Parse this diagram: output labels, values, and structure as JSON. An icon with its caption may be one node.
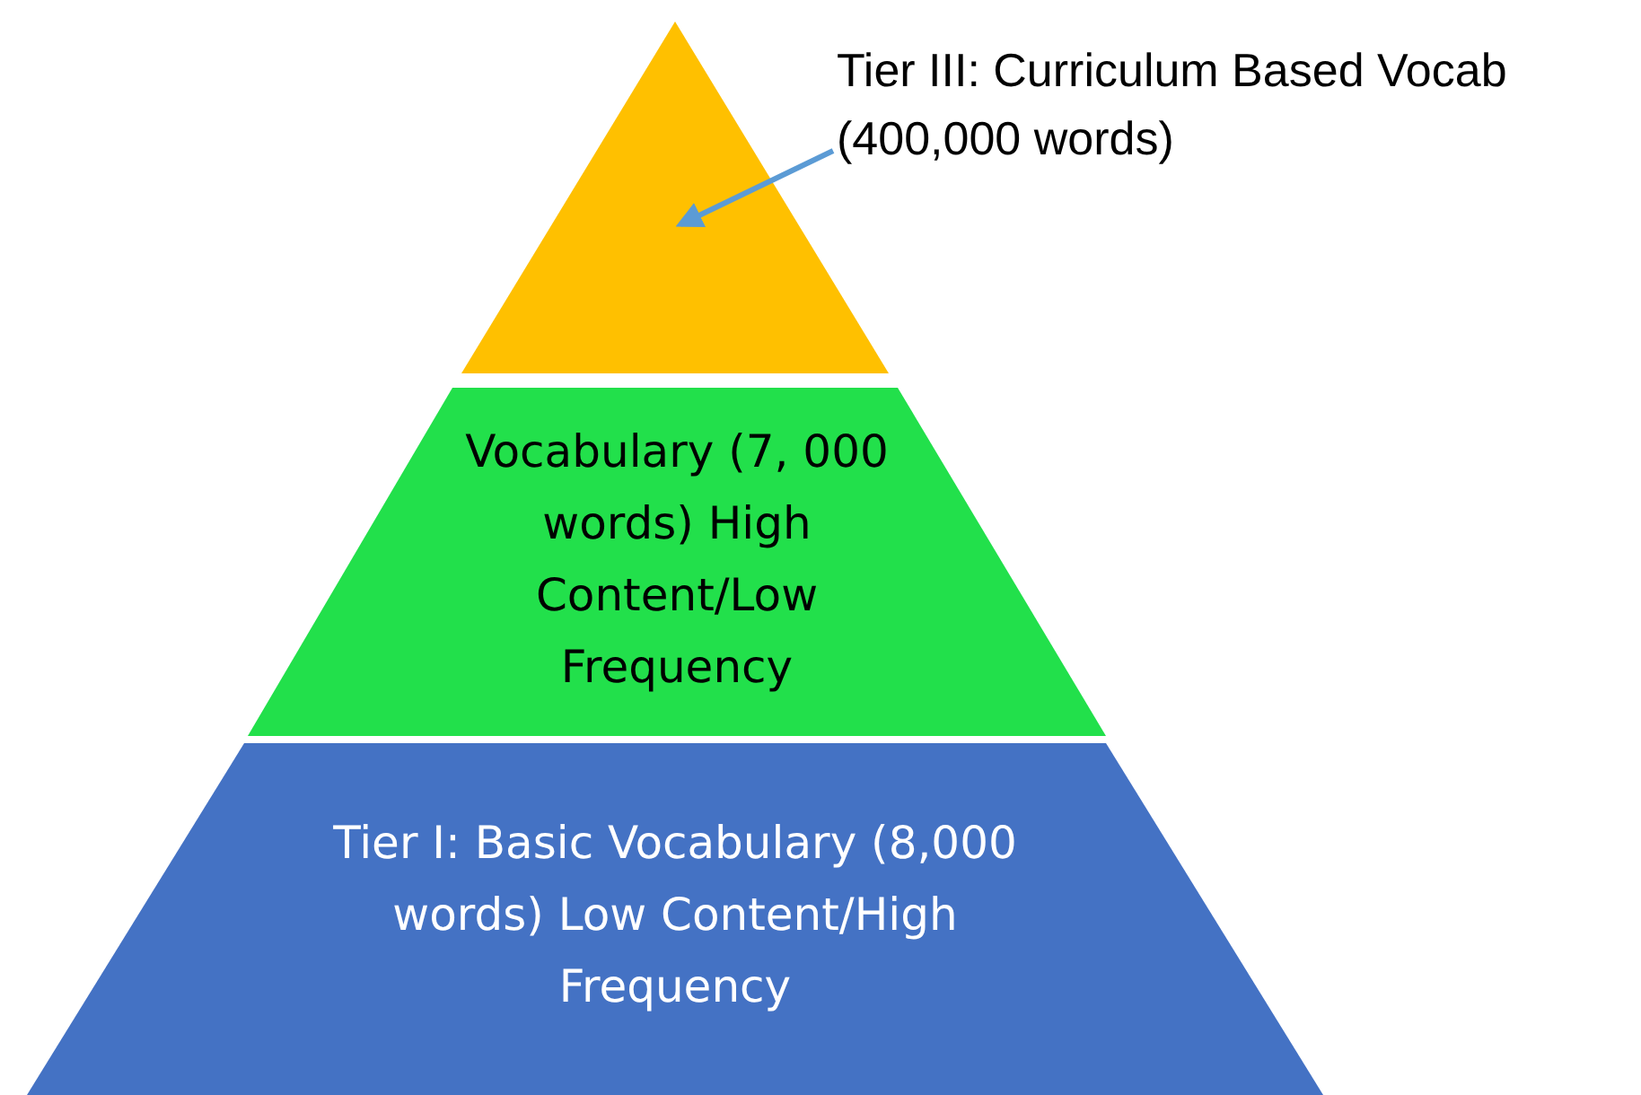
{
  "diagram": {
    "nodes": [
      {
        "text": [],
        "shape": "triangle"
      },
      {
        "text": [
          "Tier III: Curriculum Based Vocab (400,000 words)"
        ]
      },
      {
        "text": [
          "Vocabulary (7, 000 words) High Content/Low Frequency"
        ]
      },
      {
        "text": [
          "Tier I: Basic Vocabulary (8,000 words) Low Content/High Frequency"
        ]
      }
    ],
    "edges": [
      {
        "from": 1,
        "to": 0,
        "arrow": "to",
        "color": "#5b9bd5"
      }
    ]
  }
}
